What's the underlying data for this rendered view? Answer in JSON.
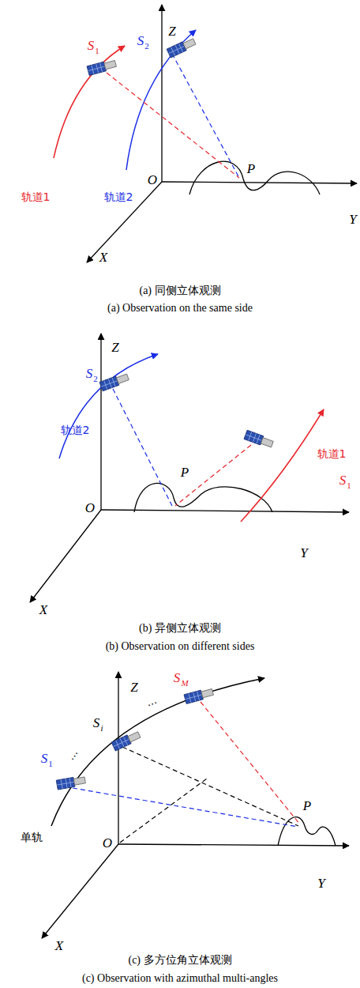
{
  "diagram": {
    "labels": [
      "Z",
      "Y",
      "X",
      "O",
      "S",
      "1",
      "S",
      "2",
      "P",
      "轨道1",
      "轨道2",
      "(a) 同侧立体观测",
      "(a) Observation on the same side",
      "Z",
      "Y",
      "X",
      "O",
      "S",
      "2",
      "S",
      "1",
      "P",
      "轨道2",
      "轨道1",
      "(b) 异侧立体观测",
      "(b) Observation on different sides",
      "Z",
      "Y",
      "X",
      "O",
      "S",
      "M",
      "…",
      "S",
      "i",
      "…",
      "S",
      "1",
      "P",
      "单轨",
      "(c) 多方位角立体观测",
      "(c) Observation with azimuthal multi-angles"
    ]
  }
}
